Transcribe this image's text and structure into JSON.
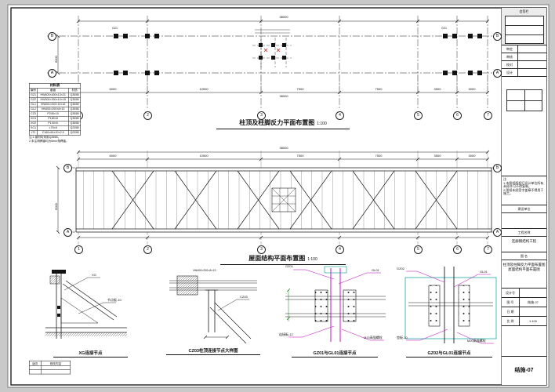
{
  "colors": {
    "line": "#1b1b1b",
    "magenta": "#bb00bb",
    "cyan": "#009a9a",
    "green": "#1a7a1a",
    "red": "#c42222"
  },
  "plans": {
    "total_dim": "38000",
    "side_dim": "6000",
    "spans": [
      "6000",
      "10500",
      "7500",
      "7500",
      "3500",
      "3000"
    ],
    "grid_cols": [
      "1",
      "2",
      "3",
      "4",
      "5",
      "6",
      "7"
    ],
    "row_top": "B",
    "row_bottom": "A",
    "top": {
      "title": "柱顶及柱脚反力平面布置图",
      "scale": "1:100",
      "col_mark": "GZ1"
    },
    "roof": {
      "title": "屋面结构平面布置图",
      "scale": "1:100"
    }
  },
  "material_table": {
    "title": "材料表",
    "headers": [
      "编号",
      "截面",
      "材质"
    ],
    "rows": [
      [
        "GZ1",
        "HW400×400×13×21",
        "Q355B"
      ],
      [
        "GZ2",
        "HW300×300×10×15",
        "Q355B"
      ],
      [
        "GL1",
        "HN500×200×10×16",
        "Q355B"
      ],
      [
        "GL2",
        "HN400×200×8×13",
        "Q355B"
      ],
      [
        "CZ3",
        "P245×10",
        "Q355B"
      ],
      [
        "XG1",
        "P180×8",
        "Q355B"
      ],
      [
        "XG2",
        "P140×6",
        "Q355B"
      ],
      [
        "SC1",
        "L75×6",
        "Q235B"
      ],
      [
        "LT1",
        "C160×60×20×2.5",
        "Q235B"
      ]
    ],
    "notes": "注:1.钢材均采用Q355B。\n2.未注明焊缝均为6mm角焊缝。"
  },
  "details": {
    "d1": {
      "title": "XG连接节点",
      "label_a": "XG",
      "label_b": "节点板-10"
    },
    "d2": {
      "title": "CZ03柱顶连接节点大样图",
      "label_a": "HN400×200×8×13",
      "label_b": "CZ03"
    },
    "d3": {
      "title": "GZ01与GL01连接节点",
      "label_a": "GZ01",
      "label_b": "GL01",
      "label_c": "连接板-12",
      "label_d": "M20高强螺栓"
    },
    "d4": {
      "title": "GZ02与GL01连接节点",
      "label_a": "GZ02",
      "label_b": "GL01",
      "label_c": "垫板-10",
      "label_d": "M20高强螺栓"
    }
  },
  "titleblock": {
    "sign_title": "会签栏",
    "sign_rows": [
      "审定",
      "审核",
      "校对",
      "设计"
    ],
    "notice": "注:\n1.本图纸版权归设计单位所有,未经许可不得复制。\n2.图纸未经签字盖章不得用于施工。",
    "fields": {
      "owner_label": "建设单位",
      "project_label": "工程名称",
      "project_value": "连廊钢结构工程",
      "drawing_label": "图  名",
      "drawing_value": "柱顶及柱脚反力平面布置图\n屋面结构平面布置图"
    },
    "meta": [
      [
        "设计号",
        ""
      ],
      [
        "图  号",
        "结施-07"
      ],
      [
        "日  期",
        ""
      ],
      [
        "比  例",
        "1:100"
      ]
    ],
    "sheet_no": "结施-07"
  },
  "corner_box": {
    "labels": [
      "版次",
      "修改内容"
    ]
  }
}
